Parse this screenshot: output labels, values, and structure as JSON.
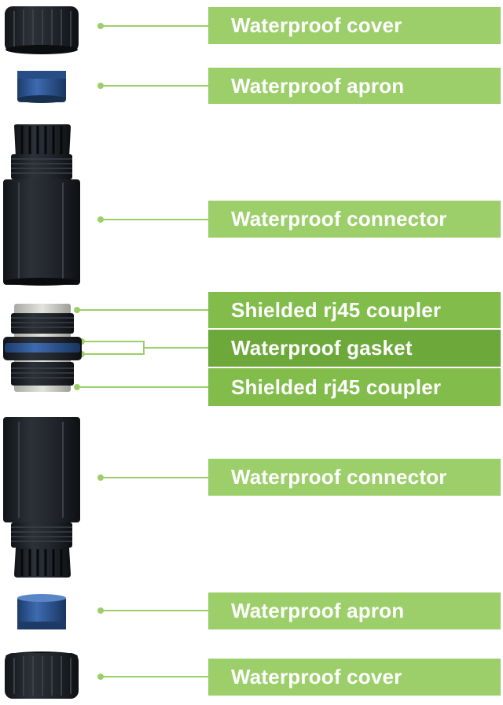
{
  "colors": {
    "label_light": "#9ccf6a",
    "label_mid": "#82bd4c",
    "label_dark": "#6da93a",
    "leader_line": "#9ccf6a",
    "part_body": "#1f2329",
    "apron_blue": "#2f5b99",
    "coupler_metal": "#c9c9c4"
  },
  "parts": [
    {
      "label": "Waterproof cover",
      "icon": "waterproof-cover-icon"
    },
    {
      "label": "Waterproof apron",
      "icon": "waterproof-apron-icon"
    },
    {
      "label": "Waterproof connector",
      "icon": "waterproof-connector-icon"
    },
    {
      "label": "Shielded rj45 coupler",
      "icon": "shielded-coupler-icon"
    },
    {
      "label": "Waterproof gasket",
      "icon": "waterproof-gasket-icon"
    },
    {
      "label": "Shielded rj45 coupler",
      "icon": "shielded-coupler-icon"
    },
    {
      "label": "Waterproof connector",
      "icon": "waterproof-connector-icon"
    },
    {
      "label": "Waterproof apron",
      "icon": "waterproof-apron-icon"
    },
    {
      "label": "Waterproof cover",
      "icon": "waterproof-cover-icon"
    }
  ]
}
